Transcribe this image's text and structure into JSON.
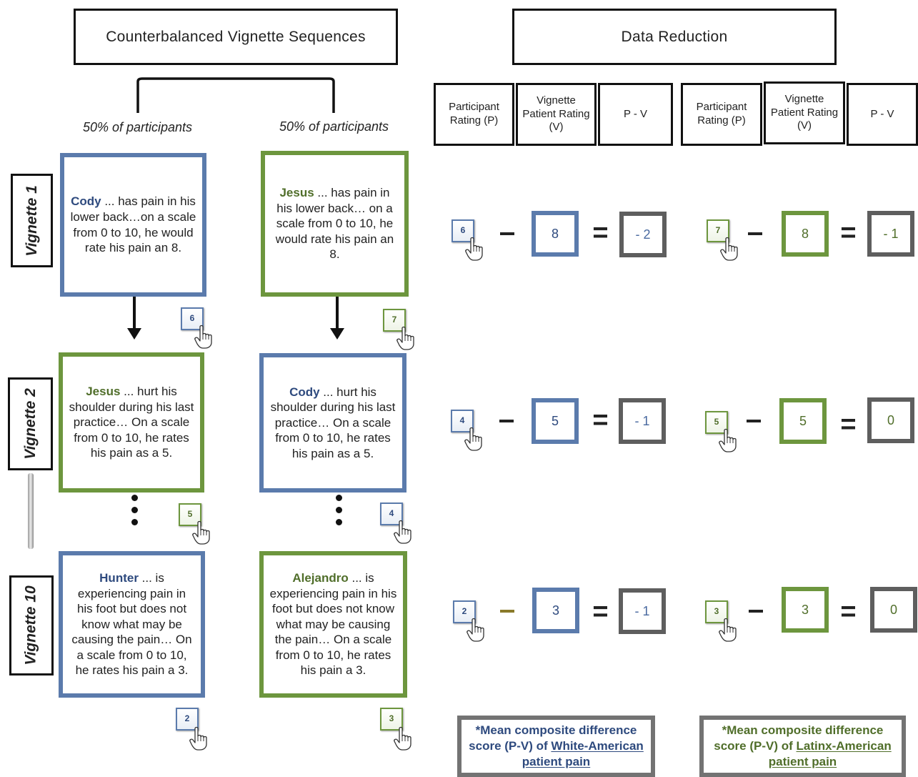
{
  "headers": {
    "left": "Counterbalanced Vignette Sequences",
    "right": "Data Reduction"
  },
  "percent_label": "50% of participants",
  "vignette_labels": [
    "Vignette 1",
    "Vignette 2",
    "Vignette 10"
  ],
  "table_headers": {
    "participant": "Participant Rating (P)",
    "vignette": "Vignette Patient Rating (V)",
    "diff": "P - V"
  },
  "cards": {
    "seqA_v1": {
      "name": "Cody",
      "text": " ... has pain in his lower back…on a scale from 0 to 10, he would rate his pain an 8."
    },
    "seqB_v1": {
      "name": "Jesus",
      "text": " ... has pain in his lower back… on a scale from 0 to 10, he would rate his pain an 8."
    },
    "seqA_v2": {
      "name": "Jesus",
      "text": " ... hurt his shoulder during his last practice… On a scale from 0 to 10, he rates his pain as a 5."
    },
    "seqB_v2": {
      "name": "Cody",
      "text": " ... hurt his shoulder during his last practice… On a scale from 0 to 10, he rates his pain as a 5."
    },
    "seqA_v10": {
      "name": "Hunter",
      "text": " ...  is experiencing pain in his foot but does not know what may be causing the pain… On a scale from 0 to 10, he rates his pain a 3."
    },
    "seqB_v10": {
      "name": "Alejandro",
      "text": " ... is experiencing pain in his foot but does not know what may be causing the pain… On a scale from 0 to 10, he rates his pain a 3."
    }
  },
  "seq_ratings": {
    "a1": "6",
    "b1": "7",
    "a2": "5",
    "b2": "4",
    "a10": "2",
    "b10": "3"
  },
  "rows": [
    {
      "white": {
        "p": "6",
        "v": "8",
        "d": "- 2"
      },
      "latinx": {
        "p": "7",
        "v": "8",
        "d": "- 1"
      }
    },
    {
      "white": {
        "p": "4",
        "v": "5",
        "d": "- 1"
      },
      "latinx": {
        "p": "5",
        "v": "5",
        "d": "0"
      }
    },
    {
      "white": {
        "p": "2",
        "v": "3",
        "d": "- 1"
      },
      "latinx": {
        "p": "3",
        "v": "3",
        "d": "0"
      }
    }
  ],
  "operators": {
    "minus": "–",
    "equals": "="
  },
  "means": {
    "white": {
      "prefix": "*Mean composite difference score (P-V) of ",
      "link": "White-American patient pain"
    },
    "latinx": {
      "prefix": "*Mean composite difference score (P-V) of ",
      "link": "Latinx-American patient pain"
    }
  },
  "colors": {
    "white_blue": "#5b7bac",
    "latinx_green": "#6d963e",
    "difference_gray": "#5e5e5e"
  }
}
